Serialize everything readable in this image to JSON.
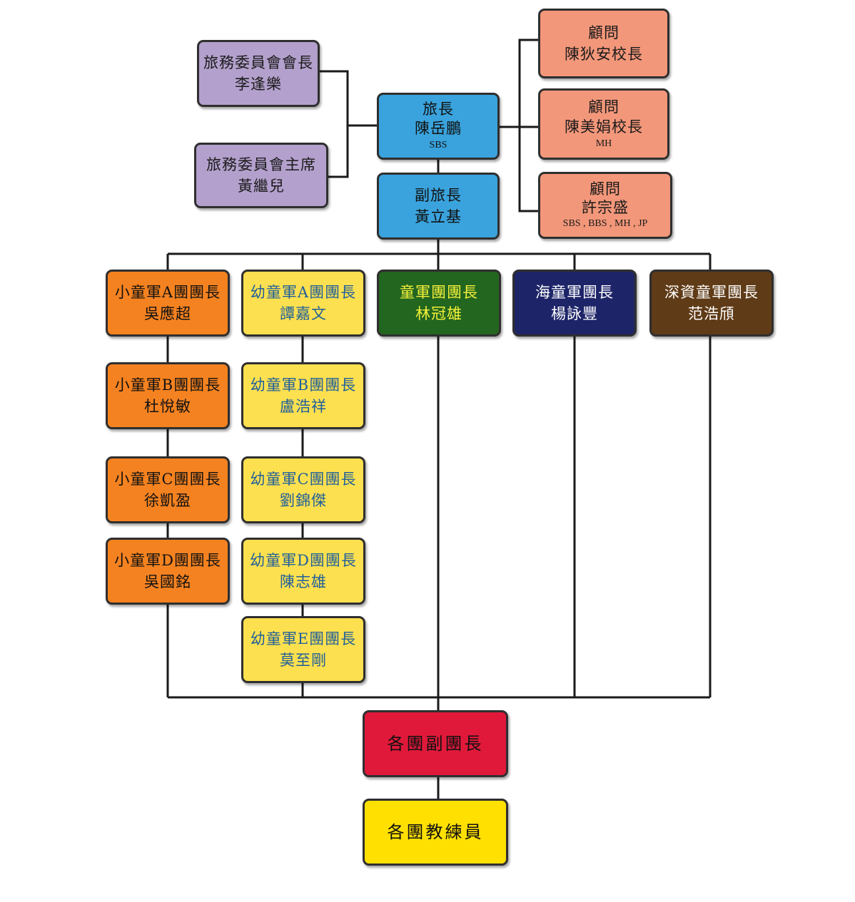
{
  "colors": {
    "committee": "#b3a0cc",
    "leader": "#3aa3dd",
    "advisor": "#f3977a",
    "cub": "#f58220",
    "brownie": "#fde04f",
    "scout": "#23661f",
    "sea": "#1d2468",
    "rover": "#5f3b17",
    "deputy": "#e0193a",
    "instructor": "#ffe000",
    "line": "#1a1a1a"
  },
  "nodes": {
    "committee_chair_council": {
      "l1": "旅務委員會會長",
      "l2": "李逢樂"
    },
    "committee_chair": {
      "l1": "旅務委員會主席",
      "l2": "黃繼兒"
    },
    "group_leader": {
      "l1": "旅長",
      "l2": "陳岳鵬",
      "l3": "SBS"
    },
    "deputy_group_leader": {
      "l1": "副旅長",
      "l2": "黃立基"
    },
    "advisor_1": {
      "l1": "顧問",
      "l2": "陳狄安校長"
    },
    "advisor_2": {
      "l1": "顧問",
      "l2": "陳美娟校長",
      "l3": "MH"
    },
    "advisor_3": {
      "l1": "顧問",
      "l2": "許宗盛",
      "l3": "SBS , BBS , MH , JP"
    },
    "cub_a": {
      "l1": "小童軍A團團長",
      "l2": "吳應超"
    },
    "cub_b": {
      "l1": "小童軍B團團長",
      "l2": "杜悅敏"
    },
    "cub_c": {
      "l1": "小童軍C團團長",
      "l2": "徐凱盈"
    },
    "cub_d": {
      "l1": "小童軍D團團長",
      "l2": "吳國銘"
    },
    "brownie_a": {
      "l1": "幼童軍A團團長",
      "l2": "譚嘉文"
    },
    "brownie_b": {
      "l1": "幼童軍B團團長",
      "l2": "盧浩祥"
    },
    "brownie_c": {
      "l1": "幼童軍C團團長",
      "l2": "劉錦傑"
    },
    "brownie_d": {
      "l1": "幼童軍D團團長",
      "l2": "陳志雄"
    },
    "brownie_e": {
      "l1": "幼童軍E團團長",
      "l2": "莫至剛"
    },
    "scout": {
      "l1": "童軍團團長",
      "l2": "林冠雄"
    },
    "sea_scout": {
      "l1": "海童軍團長",
      "l2": "楊詠豐"
    },
    "venture_scout": {
      "l1": "深資童軍團長",
      "l2": "范浩頎"
    },
    "assistant_leaders": {
      "l1": "各團副團長"
    },
    "instructors": {
      "l1": "各團教練員"
    }
  }
}
